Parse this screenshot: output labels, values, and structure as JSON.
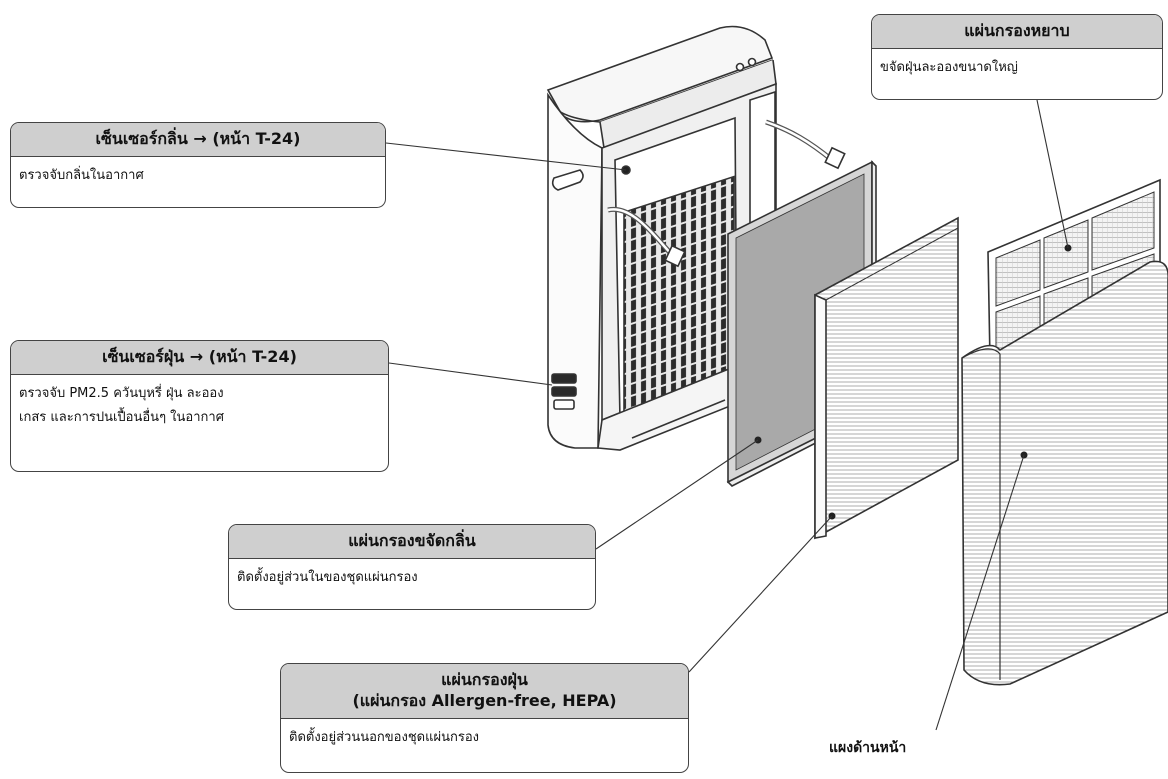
{
  "callouts": {
    "odor_sensor": {
      "title": "เซ็นเซอร์กลิ่น → (หน้า T-24)",
      "desc": "ตรวจจับกลิ่นในอากาศ"
    },
    "dust_sensor": {
      "title": "เซ็นเซอร์ฝุ่น → (หน้า T-24)",
      "desc_line1": "ตรวจจับ PM2.5 ควันบุหรี่ ฝุ่น ละออง",
      "desc_line2": "เกสร และการปนเปื้อนอื่นๆ ในอากาศ"
    },
    "deodorizing_filter": {
      "title": "แผ่นกรองขจัดกลิ่น",
      "desc": "ติดตั้งอยู่ส่วนในของชุดแผ่นกรอง"
    },
    "dust_filter": {
      "title_line1": "แผ่นกรองฝุ่น",
      "title_line2": "(แผ่นกรอง Allergen-free, HEPA)",
      "desc": "ติดตั้งอยู่ส่วนนอกของชุดแผ่นกรอง"
    },
    "pre_filter": {
      "title": "แผ่นกรองหยาบ",
      "desc": "ขจัดฝุ่นละอองขนาดใหญ่"
    }
  },
  "front_panel_label": "แผงด้านหน้า"
}
